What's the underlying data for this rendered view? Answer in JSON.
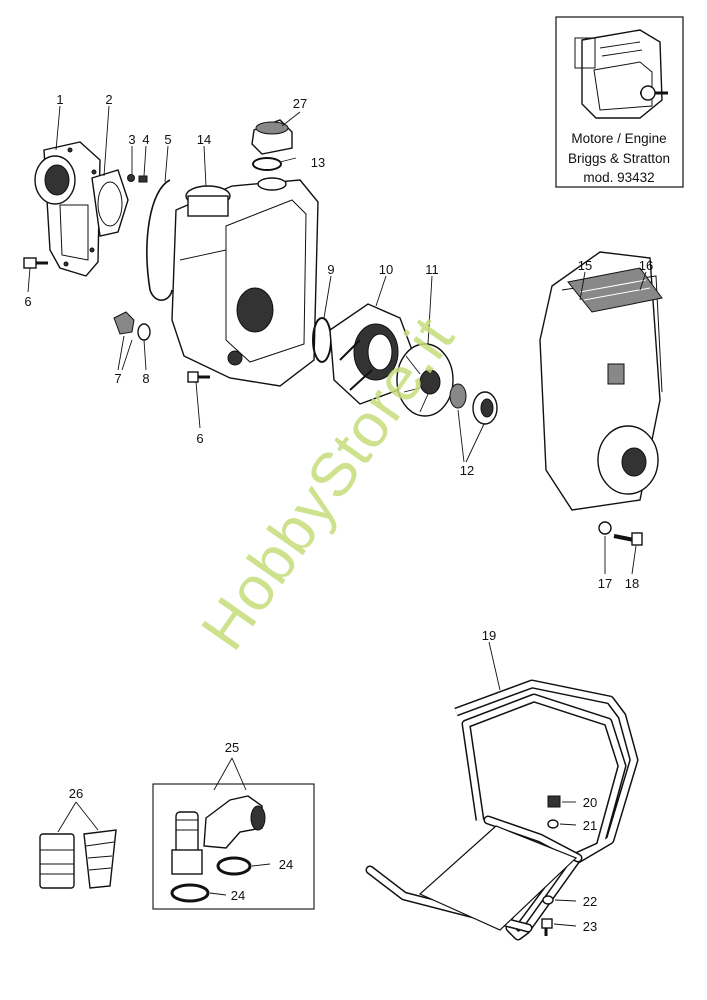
{
  "watermark": "HobbyStore.it",
  "engine_box": {
    "line1": "Motore / Engine",
    "line2": "Briggs & Stratton",
    "line3": "mod. 93432"
  },
  "labels": {
    "p1": "1",
    "p2": "2",
    "p3": "3",
    "p4": "4",
    "p5": "5",
    "p6a": "6",
    "p6b": "6",
    "p7": "7",
    "p8": "8",
    "p9": "9",
    "p10": "10",
    "p11": "11",
    "p12": "12",
    "p13": "13",
    "p14": "14",
    "p15": "15",
    "p16": "16",
    "p17": "17",
    "p18": "18",
    "p19": "19",
    "p20": "20",
    "p21": "21",
    "p22": "22",
    "p23": "23",
    "p24a": "24",
    "p24b": "24",
    "p25": "25",
    "p26": "26",
    "p27": "27"
  }
}
